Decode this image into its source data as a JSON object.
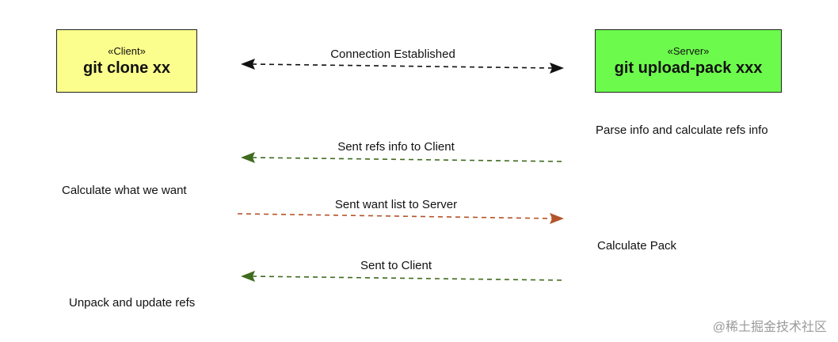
{
  "client": {
    "stereotype": "«Client»",
    "name": "git clone xx",
    "fill": "#fbfd8c"
  },
  "server": {
    "stereotype": "«Server»",
    "name": "git upload-pack xxx",
    "fill": "#6cfb4c"
  },
  "messages": [
    {
      "label": "Connection Established",
      "direction": "both",
      "color": "#111111"
    },
    {
      "label": "Sent refs info to Client",
      "direction": "to-client",
      "color": "#3f6b1f"
    },
    {
      "label": "Sent want list to Server",
      "direction": "to-server",
      "color": "#b5532a"
    },
    {
      "label": "Sent to Client",
      "direction": "to-client",
      "color": "#3f6b1f"
    }
  ],
  "notes": {
    "server_parse": "Parse info and calculate refs info",
    "client_calc": "Calculate what we want",
    "server_pack": "Calculate Pack",
    "client_unpack": "Unpack and update refs"
  },
  "watermark": "@稀土掘金技术社区"
}
